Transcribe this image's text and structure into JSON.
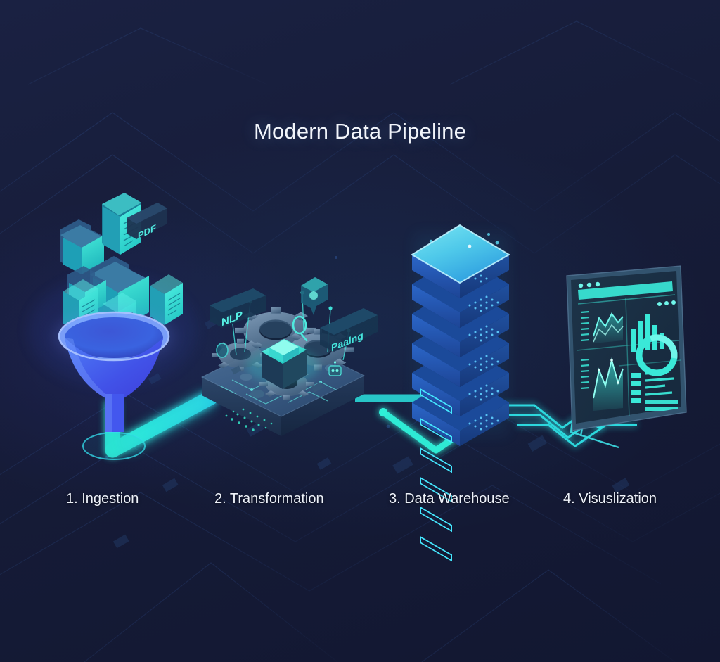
{
  "page": {
    "title": "Modern Data Pipeline",
    "background_color": "#161c38",
    "accent_cyan": "#30e8e0",
    "accent_blue": "#3b7de8",
    "accent_violet": "#5b4bf0",
    "text_color": "#eef2f9"
  },
  "stages": [
    {
      "id": "ingestion",
      "caption": "1. Ingestion",
      "icon": "funnel-icon",
      "badges": [
        "PDF"
      ],
      "description_items": [
        "document-icon",
        "folder-icon",
        "pdf-badge",
        "funnel-icon"
      ]
    },
    {
      "id": "transformation",
      "caption": "2. Transformation",
      "icon": "processor-chip-icon",
      "badges": [
        "NLP",
        "Paalng"
      ],
      "description_items": [
        "gear-icon",
        "cpu-icon",
        "circuit-board-icon"
      ]
    },
    {
      "id": "data-warehouse",
      "caption": "3. Data Warehouse",
      "icon": "server-stack-icon",
      "badges": [],
      "description_items": [
        "server-rack-icon",
        "data-particle-icon"
      ]
    },
    {
      "id": "visualization",
      "caption": "4. Visuslization",
      "icon": "dashboard-monitor-icon",
      "badges": [],
      "description_items": [
        "area-chart-icon",
        "bar-chart-icon",
        "donut-chart-icon",
        "data-table-icon"
      ]
    }
  ],
  "dashboard": {
    "window_dots": 3,
    "charts": [
      "area-chart",
      "area-chart",
      "bar-chart",
      "donut-chart",
      "data-table"
    ]
  },
  "chip_labels": {
    "left": "NLP",
    "right": "Paalng"
  },
  "ingest_badge": "PDF"
}
